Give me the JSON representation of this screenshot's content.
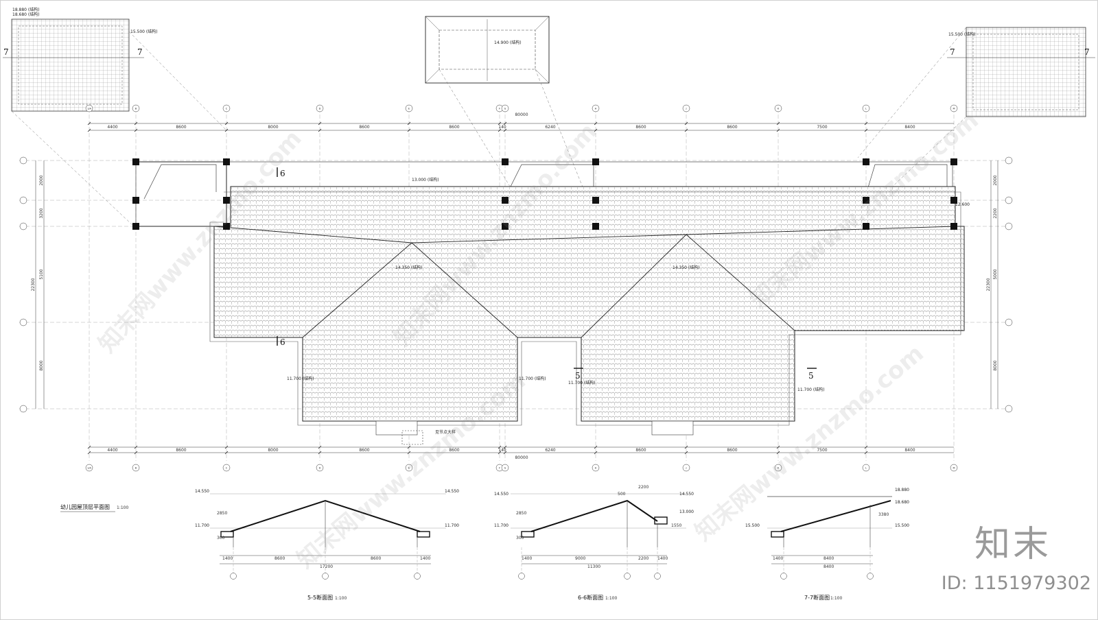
{
  "plan": {
    "title": "幼儿园屋顶层平面图",
    "scale": "1:100",
    "ridge_label": "13.000 (结构)",
    "top_dims": [
      "4400",
      "8600",
      "8000",
      "8600",
      "8600",
      "140",
      "6240",
      "8600",
      "8600",
      "7500",
      "8400"
    ],
    "total_dim": "80000",
    "left_dims": [
      "2000",
      "3200",
      "5100",
      "8000",
      "22300"
    ],
    "right_dims": [
      "2000",
      "2200",
      "5000",
      "8000",
      "22300"
    ],
    "levels": {
      "tl_1": "18.880 (结构)",
      "tl_2": "18.680 (结构)",
      "tl_3": "15.500 (结构)",
      "tr_1": "15.500 (结构)",
      "mid": "14.900 (结构)",
      "ridge_a": "14.350 (结构)",
      "ridge_b": "14.350 (结构)",
      "right_small": "12.600",
      "eave_1": "11.700 (结构)",
      "eave_2": "11.700 (结构)",
      "eave_3": "11.700 (结构)",
      "eave_4": "11.700 (结构)"
    },
    "section_marks": [
      "6",
      "6",
      "5",
      "5",
      "7",
      "7"
    ],
    "detail_note": "见节点大样",
    "axis_labels": [
      "1/A",
      "B",
      "C",
      "D",
      "E",
      "F",
      "G",
      "H",
      "J",
      "K",
      "L",
      "M"
    ]
  },
  "sections": [
    {
      "title": "5-5断面图",
      "scale": "1:100",
      "levels_left": [
        "14.550",
        "11.700"
      ],
      "levels_right": [
        "14.550",
        "11.700"
      ],
      "dims": [
        "1400",
        "8600",
        "8600",
        "1400"
      ],
      "total": "17200",
      "side_dims": [
        "2850",
        "300"
      ]
    },
    {
      "title": "6-6断面图",
      "scale": "1:100",
      "levels_left": [
        "14.550",
        "11.700"
      ],
      "levels_right": [
        "14.550",
        "13.000"
      ],
      "dims": [
        "1400",
        "9000",
        "2200",
        "1400"
      ],
      "total": "11300",
      "top_dims": [
        "2200",
        "500"
      ],
      "side_dims": [
        "2850",
        "300",
        "1550"
      ]
    },
    {
      "title": "7-7断面图",
      "scale": "1:100",
      "levels_left": [
        "15.500"
      ],
      "levels_right": [
        "18.880",
        "18.680",
        "15.500"
      ],
      "dims": [
        "1400",
        "8400"
      ],
      "total": "8400",
      "side_dims": [
        "3380"
      ]
    }
  ],
  "branding": {
    "logo_text": "知末",
    "id_text": "ID: 1151979302",
    "watermark": "知末网www.znzmo.com"
  }
}
